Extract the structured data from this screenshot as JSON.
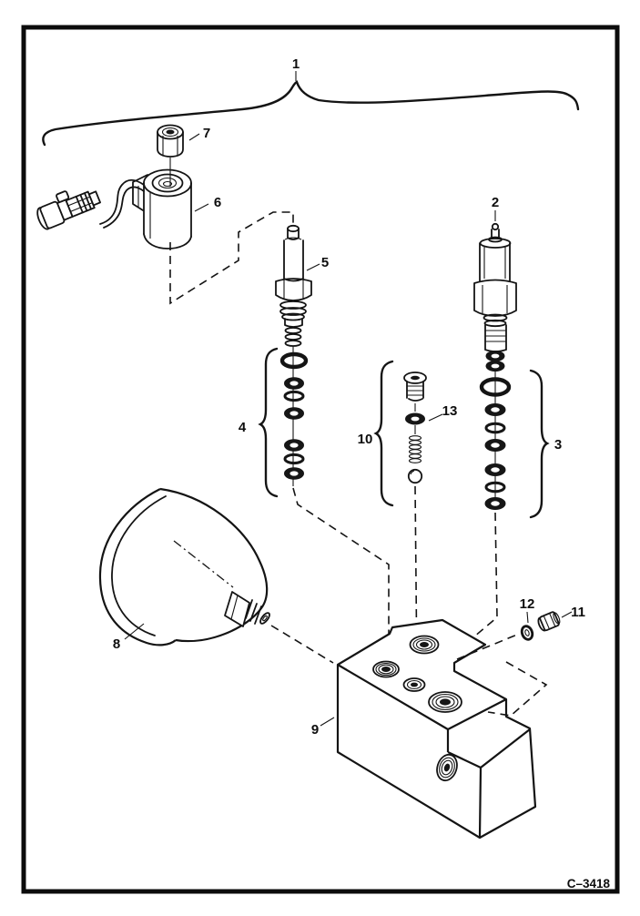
{
  "diagram": {
    "drawing_code": "C–3418",
    "callouts": [
      {
        "label": "1"
      },
      {
        "label": "2"
      },
      {
        "label": "3"
      },
      {
        "label": "4"
      },
      {
        "label": "5"
      },
      {
        "label": "6"
      },
      {
        "label": "7"
      },
      {
        "label": "8"
      },
      {
        "label": "9"
      },
      {
        "label": "10"
      },
      {
        "label": "11"
      },
      {
        "label": "12"
      },
      {
        "label": "13"
      }
    ]
  }
}
